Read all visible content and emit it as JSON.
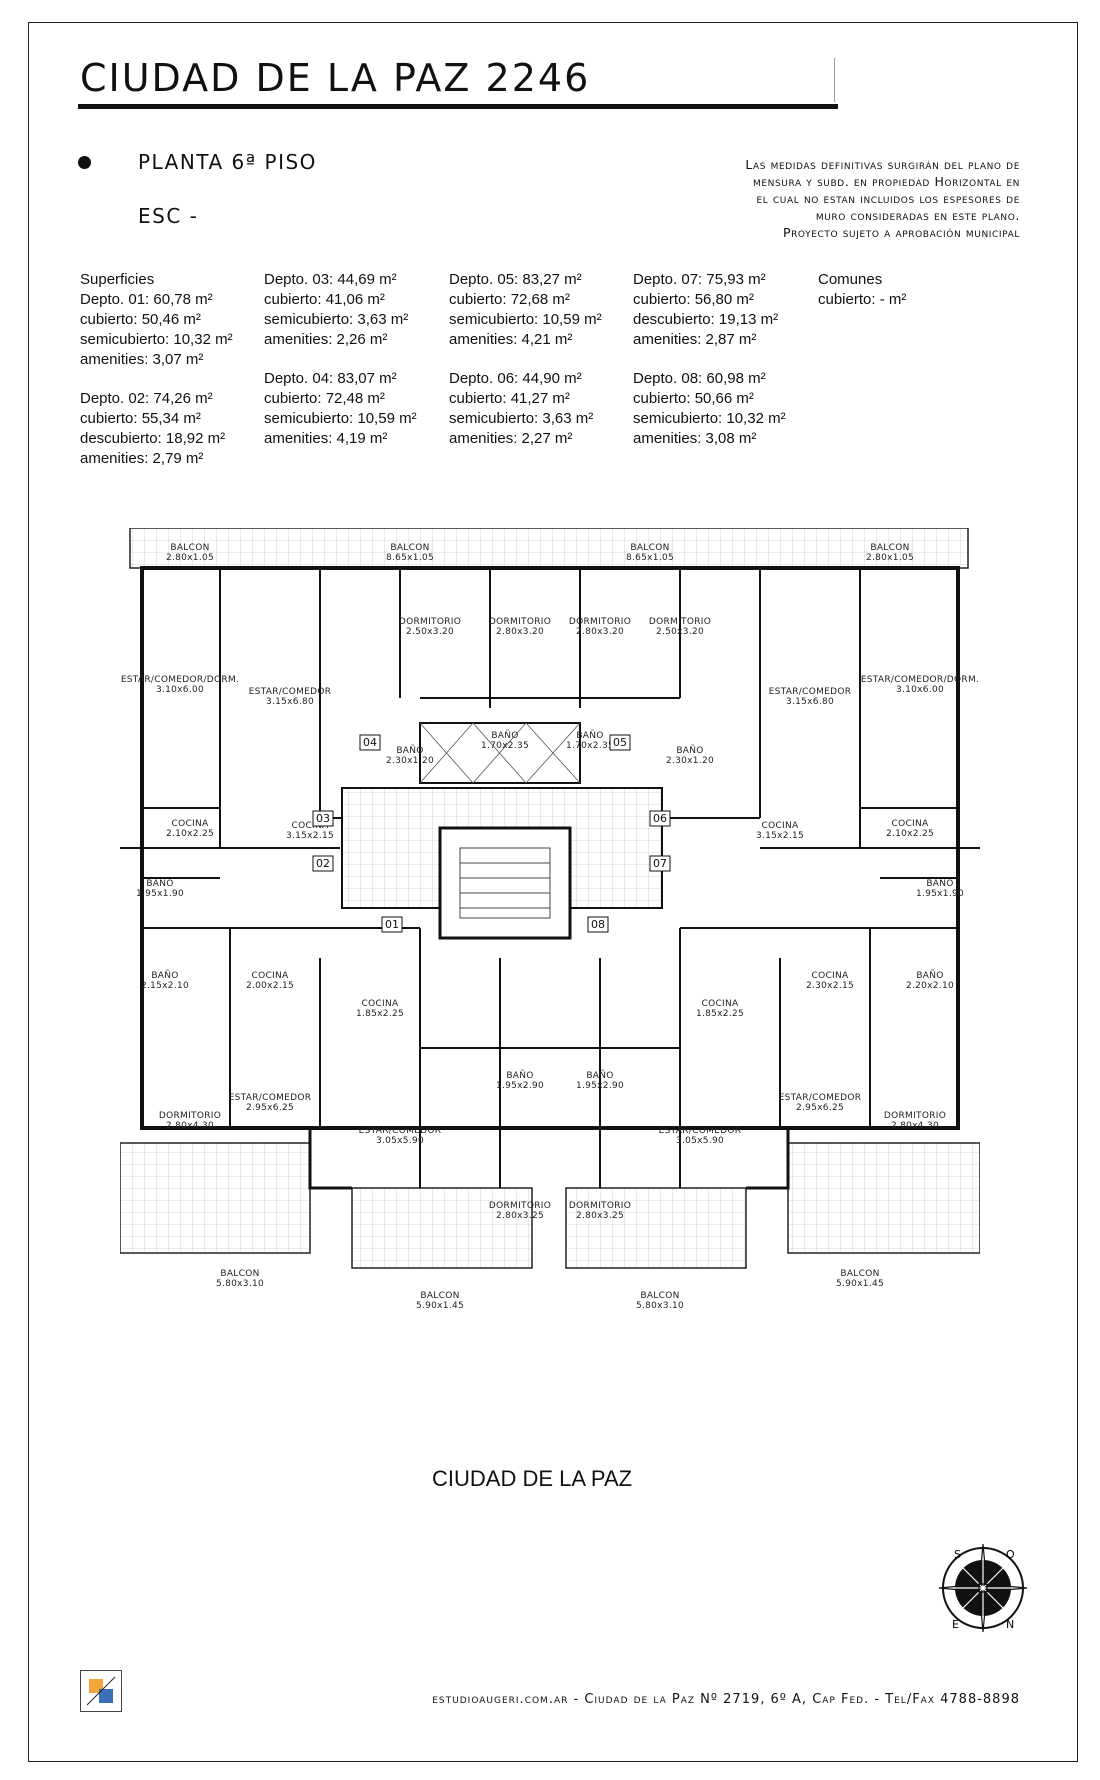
{
  "header": {
    "title": "CIUDAD DE LA PAZ 2246",
    "plan_level": "PLANTA 6ª PISO",
    "scale": "ESC -",
    "disclaimer": [
      "Las medidas definitivas surgirán del plano de",
      "mensura y subd. en propiedad Horizontal en",
      "el cual no estan incluidos los espesores de",
      "muro consideradas en este plano.",
      "Proyecto sujeto a aprobación municipal"
    ]
  },
  "surfaces": {
    "heading": "Superficies",
    "columns": [
      [
        [
          "Depto. 01: 60,78 m²",
          "cubierto: 50,46 m²",
          "semicubierto: 10,32 m²",
          "amenities: 3,07 m²"
        ],
        [
          "Depto. 02: 74,26 m²",
          "cubierto: 55,34 m²",
          "descubierto: 18,92 m²",
          "amenities: 2,79 m²"
        ]
      ],
      [
        [
          "Depto. 03: 44,69 m²",
          "cubierto: 41,06 m²",
          "semicubierto: 3,63 m²",
          "amenities: 2,26 m²"
        ],
        [
          "Depto. 04: 83,07 m²",
          "cubierto: 72,48 m²",
          "semicubierto: 10,59 m²",
          "amenities: 4,19 m²"
        ]
      ],
      [
        [
          "Depto. 05: 83,27 m²",
          "cubierto: 72,68 m²",
          "semicubierto: 10,59 m²",
          "amenities: 4,21 m²"
        ],
        [
          "Depto. 06: 44,90 m²",
          "cubierto: 41,27 m²",
          "semicubierto: 3,63 m²",
          "amenities: 2,27 m²"
        ]
      ],
      [
        [
          "Depto. 07: 75,93 m²",
          "cubierto: 56,80 m²",
          "descubierto: 19,13 m²",
          "amenities: 2,87 m²"
        ],
        [
          "Depto. 08: 60,98 m²",
          "cubierto: 50,66 m²",
          "semicubierto: 10,32 m²",
          "amenities: 3,08 m²"
        ]
      ],
      [
        [
          "Comunes",
          "cubierto: - m²"
        ]
      ]
    ]
  },
  "plan": {
    "rooms": [
      [
        "BALCON",
        "2.80x1.05"
      ],
      [
        "BALCON",
        "8.65x1.05"
      ],
      [
        "BALCON",
        "8.65x1.05"
      ],
      [
        "BALCON",
        "2.80x1.05"
      ],
      [
        "DORMITORIO",
        "2.50x3.20"
      ],
      [
        "DORMITORIO",
        "2.80x3.20"
      ],
      [
        "DORMITORIO",
        "2.80x3.20"
      ],
      [
        "DORMITORIO",
        "2.50x3.20"
      ],
      [
        "ESTAR/COMEDOR/DORM.",
        "3.10x6.00"
      ],
      [
        "ESTAR/COMEDOR",
        "3.15x6.80"
      ],
      [
        "ESTAR/COMEDOR",
        "3.15x6.80"
      ],
      [
        "ESTAR/COMEDOR/DORM.",
        "3.10x6.00"
      ],
      [
        "BAÑO",
        "2.30x1.20"
      ],
      [
        "BAÑO",
        "1.70x2.35"
      ],
      [
        "BAÑO",
        "1.70x2.35"
      ],
      [
        "BAÑO",
        "2.30x1.20"
      ],
      [
        "COCINA",
        "2.10x2.25"
      ],
      [
        "COCINA",
        "3.15x2.15"
      ],
      [
        "COCINA",
        "3.15x2.15"
      ],
      [
        "COCINA",
        "2.10x2.25"
      ],
      [
        "BAÑO",
        "1.95x1.90"
      ],
      [
        "BAÑO",
        "1.95x1.90"
      ],
      [
        "BAÑO",
        "2.15x2.10"
      ],
      [
        "COCINA",
        "2.00x2.15"
      ],
      [
        "COCINA",
        "2.30x2.15"
      ],
      [
        "BAÑO",
        "2.20x2.10"
      ],
      [
        "COCINA",
        "1.85x2.25"
      ],
      [
        "COCINA",
        "1.85x2.25"
      ],
      [
        "BAÑO",
        "1.95x2.90"
      ],
      [
        "BAÑO",
        "1.95x2.90"
      ],
      [
        "ESTAR/COMEDOR",
        "2.95x6.25"
      ],
      [
        "ESTAR/COMEDOR",
        "2.95x6.25"
      ],
      [
        "DORMITORIO",
        "2.80x4.30"
      ],
      [
        "DORMITORIO",
        "2.80x4.30"
      ],
      [
        "ESTAR/COMEDOR",
        "3.05x5.90"
      ],
      [
        "ESTAR/COMEDOR",
        "3.05x5.90"
      ],
      [
        "DORMITORIO",
        "2.80x3.25"
      ],
      [
        "DORMITORIO",
        "2.80x3.25"
      ],
      [
        "BALCON",
        "5.80x3.10"
      ],
      [
        "BALCON",
        "5.90x1.45"
      ],
      [
        "BALCON",
        "5.90x1.45"
      ],
      [
        "BALCON",
        "5.80x3.10"
      ]
    ],
    "unit_numbers": [
      "01",
      "02",
      "03",
      "04",
      "05",
      "06",
      "07",
      "08"
    ]
  },
  "caption": "CIUDAD DE LA PAZ",
  "compass": [
    "S",
    "O",
    "E",
    "N"
  ],
  "footer": "estudioaugeri.com.ar - Ciudad de la Paz Nº 2719, 6º A, Cap Fed. - Tel/Fax 4788-8898"
}
